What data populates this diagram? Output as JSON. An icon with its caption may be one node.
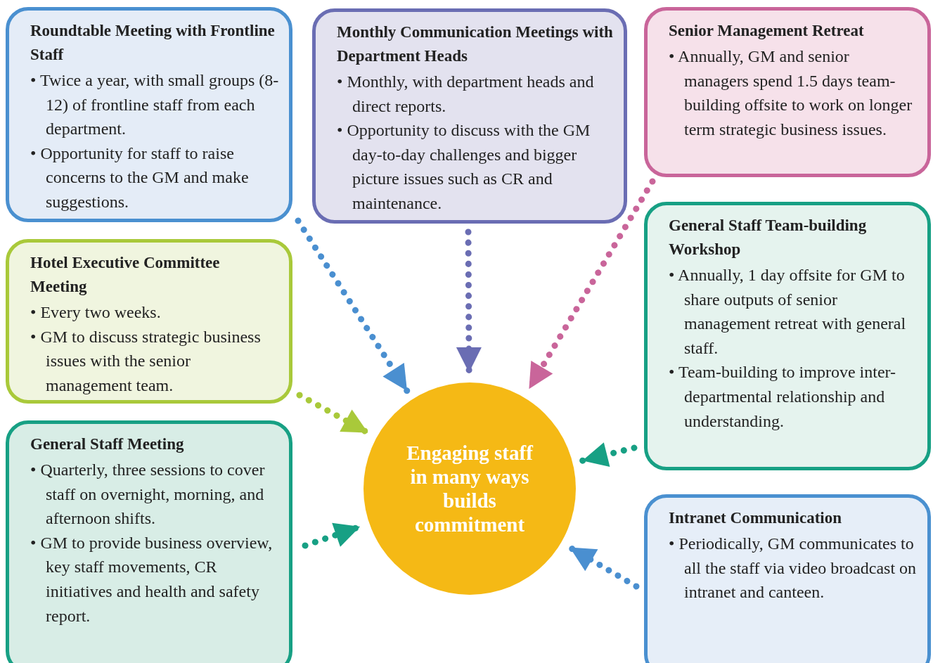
{
  "diagram": {
    "nodes": [
      {
        "text": [
          "Roundtable Meeting with Frontline Staff",
          "• Twice a year, with small groups (8-12) of frontline staff from each department.",
          "• Opportunity for staff to raise concerns to the GM and make suggestions."
        ]
      },
      {
        "text": [
          "Monthly Communication Meetings with Department Heads",
          "• Monthly, with department heads and direct reports.",
          "• Opportunity to discuss with the GM day-to-day challenges and bigger picture issues such as CR and maintenance."
        ]
      },
      {
        "text": [
          "Senior Management Retreat",
          "• Annually, GM and senior managers spend 1.5 days team-building offsite to work on longer term strategic business issues."
        ]
      },
      {
        "text": [
          "General Staff Team-building Workshop",
          "• Annually, 1 day offsite for GM to share outputs of senior management retreat with general staff.",
          "• Team-building to improve inter-departmental relationship and understanding."
        ]
      },
      {
        "text": [
          "Hotel Executive Committee Meeting",
          "• Every two weeks.",
          "• GM to discuss strategic business issues with the senior management team."
        ]
      },
      {
        "text": [
          "General Staff Meeting",
          "• Quarterly, three sessions to cover staff on overnight, morning, and afternoon shifts.",
          "• GM to provide business overview, key staff movements, CR initiatives and health and safety report."
        ]
      },
      {
        "text": [
          "Intranet Communication",
          "• Periodically, GM communicates to all the staff via video broadcast on intranet and canteen."
        ]
      },
      {
        "text": [
          "Engaging staff in many ways builds commitment"
        ]
      }
    ],
    "edges": [
      {
        "from": 0,
        "to": 7,
        "arrow": "to",
        "color": "#4a8fd0"
      },
      {
        "from": 1,
        "to": 7,
        "arrow": "to",
        "color": "#6a6db3"
      },
      {
        "from": 2,
        "to": 7,
        "arrow": "to",
        "color": "#c9659a"
      },
      {
        "from": 3,
        "to": 7,
        "arrow": "to",
        "color": "#17a084"
      },
      {
        "from": 4,
        "to": 7,
        "arrow": "to",
        "color": "#a9c93a"
      },
      {
        "from": 5,
        "to": 7,
        "arrow": "to",
        "color": "#17a084"
      },
      {
        "from": 6,
        "to": 7,
        "arrow": "to",
        "color": "#4a8fd0"
      }
    ]
  }
}
